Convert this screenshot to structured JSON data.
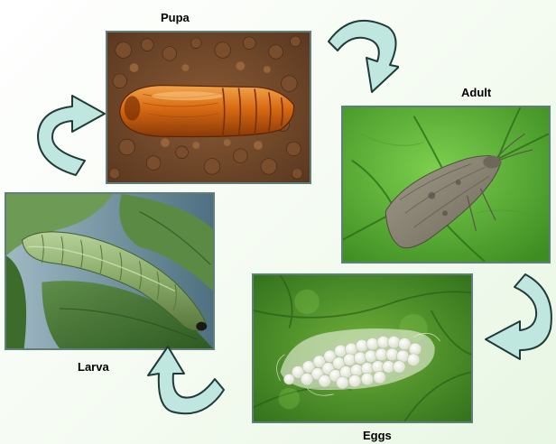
{
  "stages": {
    "pupa": {
      "label": "Pupa"
    },
    "adult": {
      "label": "Adult"
    },
    "eggs": {
      "label": "Eggs"
    },
    "larva": {
      "label": "Larva"
    }
  },
  "colors": {
    "frame": "#5f7f7b",
    "arrow_fill": "#bfe6df",
    "arrow_stroke": "#1f3a37"
  }
}
